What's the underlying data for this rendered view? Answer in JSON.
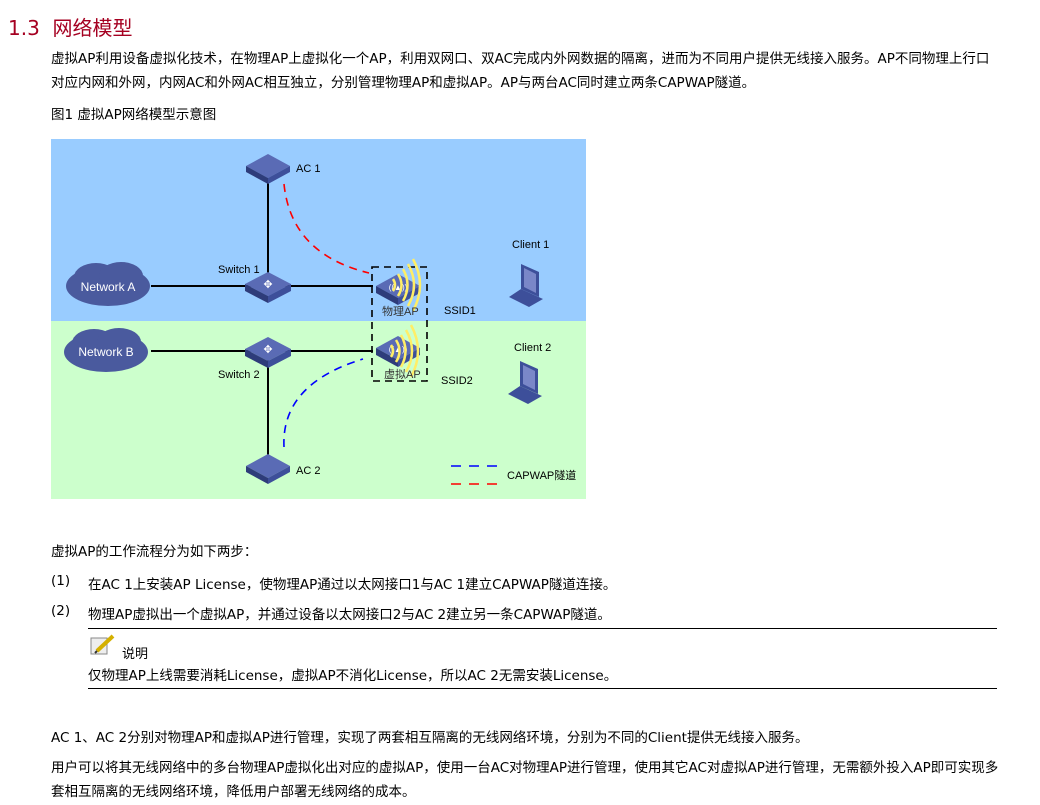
{
  "heading": {
    "number": "1.3",
    "title": "网络模型"
  },
  "intro": "虚拟AP利用设备虚拟化技术，在物理AP上虚拟化一个AP，利用双网口、双AC完成内外网数据的隔离，进而为不同用户提供无线接入服务。AP不同物理上行口对应内网和外网，内网AC和外网AC相互独立，分别管理物理AP和虚拟AP。AP与两台AC同时建立两条CAPWAP隧道。",
  "figure_caption": "图1 虚拟AP网络模型示意图",
  "diagram": {
    "ac1": "AC 1",
    "ac2": "AC 2",
    "switch1": "Switch 1",
    "switch2": "Switch 2",
    "network_a": "Network A",
    "network_b": "Network B",
    "physical_ap": "物理AP",
    "virtual_ap": "虚拟AP",
    "ssid1": "SSID1",
    "ssid2": "SSID2",
    "client1": "Client 1",
    "client2": "Client 2",
    "legend": "CAPWAP隧道",
    "colors": {
      "top_bg": "#99ccff",
      "bottom_bg": "#ccffcc",
      "tunnel_red": "#ff0000",
      "tunnel_blue": "#0000ff",
      "device": "#3d4f9a"
    }
  },
  "steps_intro": "虚拟AP的工作流程分为如下两步：",
  "steps": [
    {
      "num": "(1)",
      "text": "在AC 1上安装AP License，使物理AP通过以太网接口1与AC 1建立CAPWAP隧道连接。"
    },
    {
      "num": "(2)",
      "text": "物理AP虚拟出一个虚拟AP，并通过设备以太网接口2与AC 2建立另一条CAPWAP隧道。"
    }
  ],
  "note": {
    "label": "说明",
    "text": "仅物理AP上线需要消耗License，虚拟AP不消化License，所以AC 2无需安装License。"
  },
  "para1": "AC 1、AC 2分别对物理AP和虚拟AP进行管理，实现了两套相互隔离的无线网络环境，分别为不同的Client提供无线接入服务。",
  "para2": "用户可以将其无线网络中的多台物理AP虚拟化出对应的虚拟AP，使用一台AC对物理AP进行管理，使用其它AC对虚拟AP进行管理，无需额外投入AP即可实现多套相互隔离的无线网络环境，降低用户部署无线网络的成本。"
}
